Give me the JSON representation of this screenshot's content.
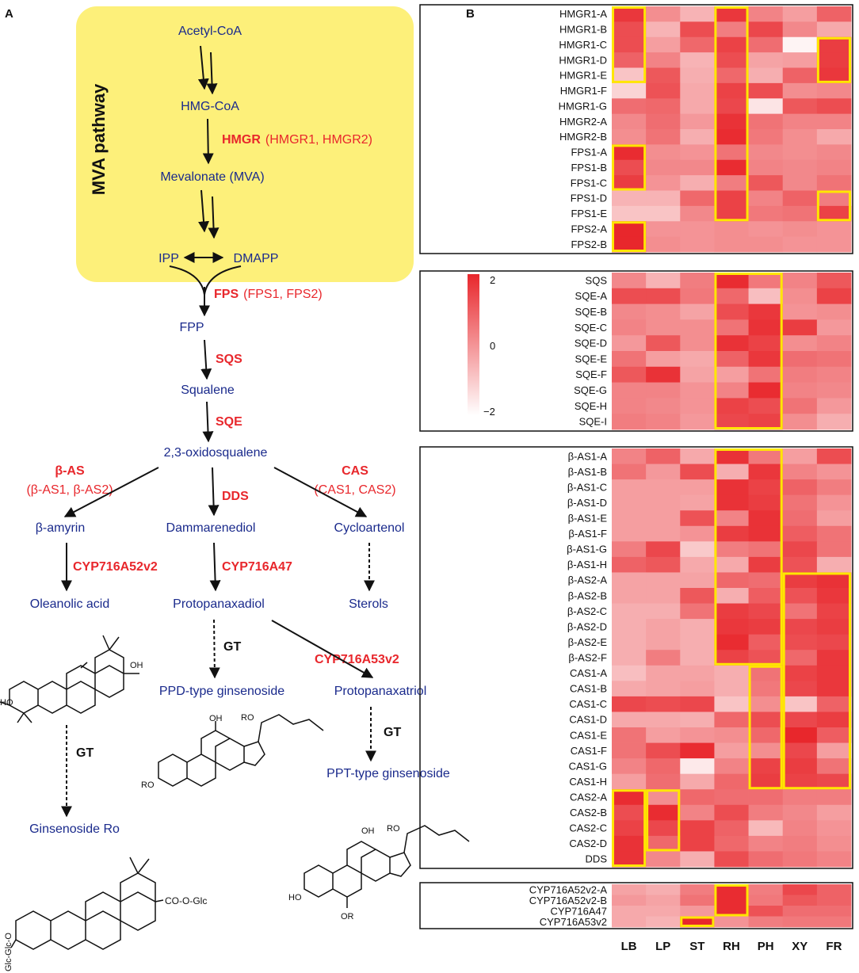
{
  "panels": {
    "a": "A",
    "b": "B"
  },
  "colors": {
    "accent_red": "#e8272c",
    "metabolite_blue": "#1a2a8c",
    "pathway_bg": "#fdf07a",
    "highlight_yellow": "#ffe600"
  },
  "pathway": {
    "mva_label": "MVA pathway",
    "metabolites": {
      "acetyl_coa": "Acetyl-CoA",
      "hmg_coa": "HMG-CoA",
      "mva": "Mevalonate (MVA)",
      "ipp": "IPP",
      "dmapp": "DMAPP",
      "fpp": "FPP",
      "squalene": "Squalene",
      "oxidosqualene": "2,3-oxidosqualene",
      "b_amyrin": "β-amyrin",
      "dammarenediol": "Dammarenediol",
      "cycloartenol": "Cycloartenol",
      "oleanolic": "Oleanolic acid",
      "ppd": "Protopanaxadiol",
      "sterols": "Sterols",
      "ppd_ginsenoside": "PPD-type ginsenoside",
      "ppt": "Protopanaxatriol",
      "ppt_ginsenoside": "PPT-type ginsenoside",
      "ginsenoside_ro": "Ginsenoside Ro"
    },
    "enzymes": {
      "hmgr": "HMGR",
      "hmgr_sub": "(HMGR1, HMGR2)",
      "fps": "FPS",
      "fps_sub": "(FPS1, FPS2)",
      "sqs": "SQS",
      "sqe": "SQE",
      "bas": "β-AS",
      "bas_sub": "(β-AS1, β-AS2)",
      "cas": "CAS",
      "cas_sub": "(CAS1, CAS2)",
      "dds": "DDS",
      "cyp52": "CYP716A52v2",
      "cyp47": "CYP716A47",
      "cyp53": "CYP716A53v2",
      "gt": "GT"
    },
    "structure_labels": {
      "ho": "HO",
      "oh": "OH",
      "acid_oh": "OH",
      "ro": "RO",
      "ro_c20": "RO",
      "or": "OR",
      "co_o_glc": "CO-O-Glc",
      "glc_glc_o": "Glc-Glc-O"
    }
  },
  "chart_data": {
    "type": "heatmap",
    "columns": [
      "LB",
      "LP",
      "ST",
      "RH",
      "PH",
      "XY",
      "FR"
    ],
    "colorbar": {
      "ticks": [
        "2",
        "0",
        "−2"
      ],
      "range": [
        -2,
        2
      ],
      "low_color": "#ffffff",
      "high_color": "#e8272c"
    },
    "groups": [
      {
        "rows": [
          "HMGR1-A",
          "HMGR1-B",
          "HMGR1-C",
          "HMGR1-D",
          "HMGR1-E",
          "HMGR1-F",
          "HMGR1-G",
          "HMGR2-A",
          "HMGR2-B",
          "FPS1-A",
          "FPS1-B",
          "FPS1-C",
          "FPS1-D",
          "FPS1-E",
          "FPS2-A",
          "FPS2-B"
        ],
        "values": [
          [
            1.7,
            0.1,
            -0.6,
            1.7,
            0.3,
            -0.2,
            0.9
          ],
          [
            1.3,
            -0.6,
            1.3,
            0.4,
            1.4,
            0.2,
            -0.4
          ],
          [
            1.3,
            -0.2,
            0.8,
            1.5,
            0.7,
            -1.8,
            1.6
          ],
          [
            0.9,
            0.3,
            -0.6,
            1.3,
            -0.3,
            -0.2,
            1.6
          ],
          [
            -0.9,
            1.1,
            -0.5,
            0.8,
            -0.5,
            0.9,
            1.7
          ],
          [
            -1.2,
            1.2,
            -0.4,
            1.5,
            1.3,
            0.1,
            0.2
          ],
          [
            0.7,
            0.8,
            -0.4,
            1.4,
            -1.5,
            1.1,
            1.3
          ],
          [
            0.2,
            0.7,
            -0.1,
            1.8,
            0.6,
            0.3,
            0.3
          ],
          [
            0.1,
            0.6,
            -0.5,
            1.9,
            0.5,
            0.1,
            -0.4
          ],
          [
            1.9,
            0.1,
            0.0,
            0.6,
            0.2,
            0.1,
            0.2
          ],
          [
            1.3,
            0.2,
            0.2,
            1.9,
            0.3,
            0.2,
            0.3
          ],
          [
            1.6,
            0.0,
            -0.5,
            0.4,
            1.1,
            0.2,
            0.6
          ],
          [
            -0.6,
            -0.6,
            0.8,
            1.5,
            0.3,
            0.9,
            0.4
          ],
          [
            -0.9,
            -0.9,
            0.2,
            1.5,
            0.5,
            0.6,
            1.5
          ],
          [
            2.0,
            0.0,
            0.0,
            0.1,
            0.0,
            0.1,
            0.0
          ],
          [
            2.0,
            0.1,
            0.0,
            0.1,
            0.1,
            0.0,
            0.0
          ]
        ],
        "highlights": [
          {
            "rows": [
              0,
              4
            ],
            "cols": [
              0,
              0
            ]
          },
          {
            "rows": [
              9,
              11
            ],
            "cols": [
              0,
              0
            ]
          },
          {
            "rows": [
              14,
              15
            ],
            "cols": [
              0,
              0
            ]
          },
          {
            "rows": [
              0,
              13
            ],
            "cols": [
              3,
              3
            ]
          },
          {
            "rows": [
              2,
              4
            ],
            "cols": [
              6,
              6
            ]
          },
          {
            "rows": [
              12,
              13
            ],
            "cols": [
              6,
              6
            ]
          }
        ]
      },
      {
        "rows": [
          "SQS",
          "SQE-A",
          "SQE-B",
          "SQE-C",
          "SQE-D",
          "SQE-E",
          "SQE-F",
          "SQE-G",
          "SQE-H",
          "SQE-I"
        ],
        "values": [
          [
            0.2,
            -0.6,
            0.4,
            1.9,
            0.5,
            0.3,
            1.1
          ],
          [
            1.3,
            1.3,
            0.5,
            0.8,
            -0.8,
            0.1,
            1.5
          ],
          [
            0.2,
            0.1,
            -0.3,
            1.3,
            1.7,
            0.0,
            0.1
          ],
          [
            0.3,
            0.1,
            0.1,
            0.6,
            1.8,
            1.6,
            -0.1
          ],
          [
            -0.1,
            1.1,
            0.1,
            1.8,
            1.5,
            0.1,
            0.3
          ],
          [
            0.6,
            -0.2,
            -0.4,
            0.9,
            1.7,
            0.7,
            0.6
          ],
          [
            1.1,
            1.8,
            -0.3,
            -0.2,
            0.6,
            0.4,
            0.3
          ],
          [
            0.3,
            0.3,
            0.0,
            0.3,
            1.9,
            0.3,
            0.2
          ],
          [
            0.3,
            0.2,
            0.0,
            1.5,
            1.3,
            0.6,
            -0.1
          ],
          [
            0.4,
            0.3,
            -0.1,
            1.4,
            1.5,
            0.1,
            -0.5
          ]
        ],
        "highlights": [
          {
            "rows": [
              0,
              9
            ],
            "cols": [
              3,
              4
            ]
          }
        ]
      },
      {
        "rows": [
          "β-AS1-A",
          "β-AS1-B",
          "β-AS1-C",
          "β-AS1-D",
          "β-AS1-E",
          "β-AS1-F",
          "β-AS1-G",
          "β-AS1-H",
          "β-AS2-A",
          "β-AS2-B",
          "β-AS2-C",
          "β-AS2-D",
          "β-AS2-E",
          "β-AS2-F",
          "CAS1-A",
          "CAS1-B",
          "CAS1-C",
          "CAS1-D",
          "CAS1-E",
          "CAS1-F",
          "CAS1-G",
          "CAS1-H",
          "CAS2-A",
          "CAS2-B",
          "CAS2-C",
          "CAS2-D",
          "DDS"
        ],
        "values": [
          [
            0.3,
            0.9,
            -0.4,
            1.8,
            0.5,
            -0.2,
            1.3
          ],
          [
            0.6,
            -0.1,
            1.3,
            -0.5,
            1.7,
            0.3,
            0.0
          ],
          [
            -0.2,
            -0.2,
            -0.2,
            1.8,
            1.5,
            0.9,
            0.4
          ],
          [
            -0.2,
            -0.2,
            -0.3,
            1.8,
            1.6,
            0.6,
            0.0
          ],
          [
            -0.2,
            -0.2,
            1.2,
            0.3,
            1.8,
            0.7,
            -0.2
          ],
          [
            -0.2,
            -0.2,
            0.0,
            1.6,
            1.8,
            1.0,
            0.6
          ],
          [
            0.4,
            1.4,
            -1.0,
            0.4,
            0.6,
            1.4,
            0.6
          ],
          [
            0.9,
            1.1,
            -0.4,
            -0.4,
            1.6,
            1.2,
            -0.5
          ],
          [
            -0.3,
            -0.3,
            -0.3,
            0.8,
            0.7,
            1.6,
            1.8
          ],
          [
            -0.3,
            -0.3,
            1.1,
            -0.5,
            1.0,
            1.2,
            1.7
          ],
          [
            -0.5,
            -0.5,
            0.6,
            1.6,
            1.4,
            0.6,
            1.5
          ],
          [
            -0.5,
            -0.3,
            -0.5,
            1.7,
            1.6,
            1.4,
            1.6
          ],
          [
            -0.5,
            -0.3,
            -0.5,
            1.9,
            1.0,
            1.3,
            1.4
          ],
          [
            -0.5,
            0.4,
            -0.5,
            1.5,
            1.2,
            0.8,
            1.7
          ],
          [
            -0.8,
            -0.3,
            -0.3,
            -0.5,
            0.6,
            1.5,
            1.7
          ],
          [
            -0.4,
            -0.3,
            -0.2,
            -0.5,
            0.5,
            1.4,
            1.7
          ],
          [
            1.4,
            1.3,
            1.4,
            -0.9,
            0.1,
            -0.9,
            0.9
          ],
          [
            -0.4,
            -0.4,
            -0.5,
            0.8,
            1.3,
            1.4,
            1.6
          ],
          [
            0.6,
            -0.2,
            0.0,
            0.1,
            0.8,
            2.0,
            1.0
          ],
          [
            0.6,
            1.3,
            1.9,
            -0.2,
            0.1,
            1.4,
            -0.2
          ],
          [
            0.3,
            0.8,
            -1.6,
            0.3,
            1.5,
            1.6,
            0.6
          ],
          [
            -0.2,
            0.7,
            -0.4,
            0.8,
            1.6,
            1.5,
            1.4
          ],
          [
            1.9,
            0.1,
            0.8,
            0.7,
            0.7,
            0.4,
            0.4
          ],
          [
            1.3,
            1.9,
            0.3,
            1.3,
            0.4,
            0.2,
            -0.2
          ],
          [
            1.5,
            1.4,
            1.5,
            0.9,
            -0.7,
            0.3,
            0.0
          ],
          [
            1.8,
            0.8,
            1.5,
            0.8,
            0.3,
            0.4,
            0.1
          ],
          [
            1.8,
            0.2,
            -0.5,
            1.3,
            0.7,
            0.5,
            0.3
          ]
        ],
        "highlights": [
          {
            "rows": [
              0,
              13
            ],
            "cols": [
              3,
              4
            ]
          },
          {
            "rows": [
              8,
              21
            ],
            "cols": [
              5,
              6
            ]
          },
          {
            "rows": [
              14,
              21
            ],
            "cols": [
              4,
              4
            ]
          },
          {
            "rows": [
              22,
              26
            ],
            "cols": [
              0,
              0
            ]
          },
          {
            "rows": [
              22,
              25
            ],
            "cols": [
              1,
              1
            ]
          }
        ]
      },
      {
        "rows": [
          "CYP716A52v2-A",
          "CYP716A52v2-B",
          "CYP716A47",
          "CYP716A53v2"
        ],
        "values": [
          [
            -0.3,
            -0.5,
            0.4,
            1.9,
            0.4,
            1.4,
            0.9
          ],
          [
            -0.1,
            -0.3,
            0.6,
            1.9,
            0.5,
            1.1,
            0.9
          ],
          [
            -0.4,
            -0.4,
            -0.1,
            1.9,
            1.2,
            0.7,
            0.7
          ],
          [
            -0.4,
            -0.6,
            2.0,
            0.0,
            0.4,
            0.5,
            0.5
          ]
        ],
        "highlights": [
          {
            "rows": [
              0,
              2
            ],
            "cols": [
              3,
              3
            ]
          },
          {
            "rows": [
              3,
              3
            ],
            "cols": [
              2,
              2
            ]
          }
        ]
      }
    ]
  }
}
